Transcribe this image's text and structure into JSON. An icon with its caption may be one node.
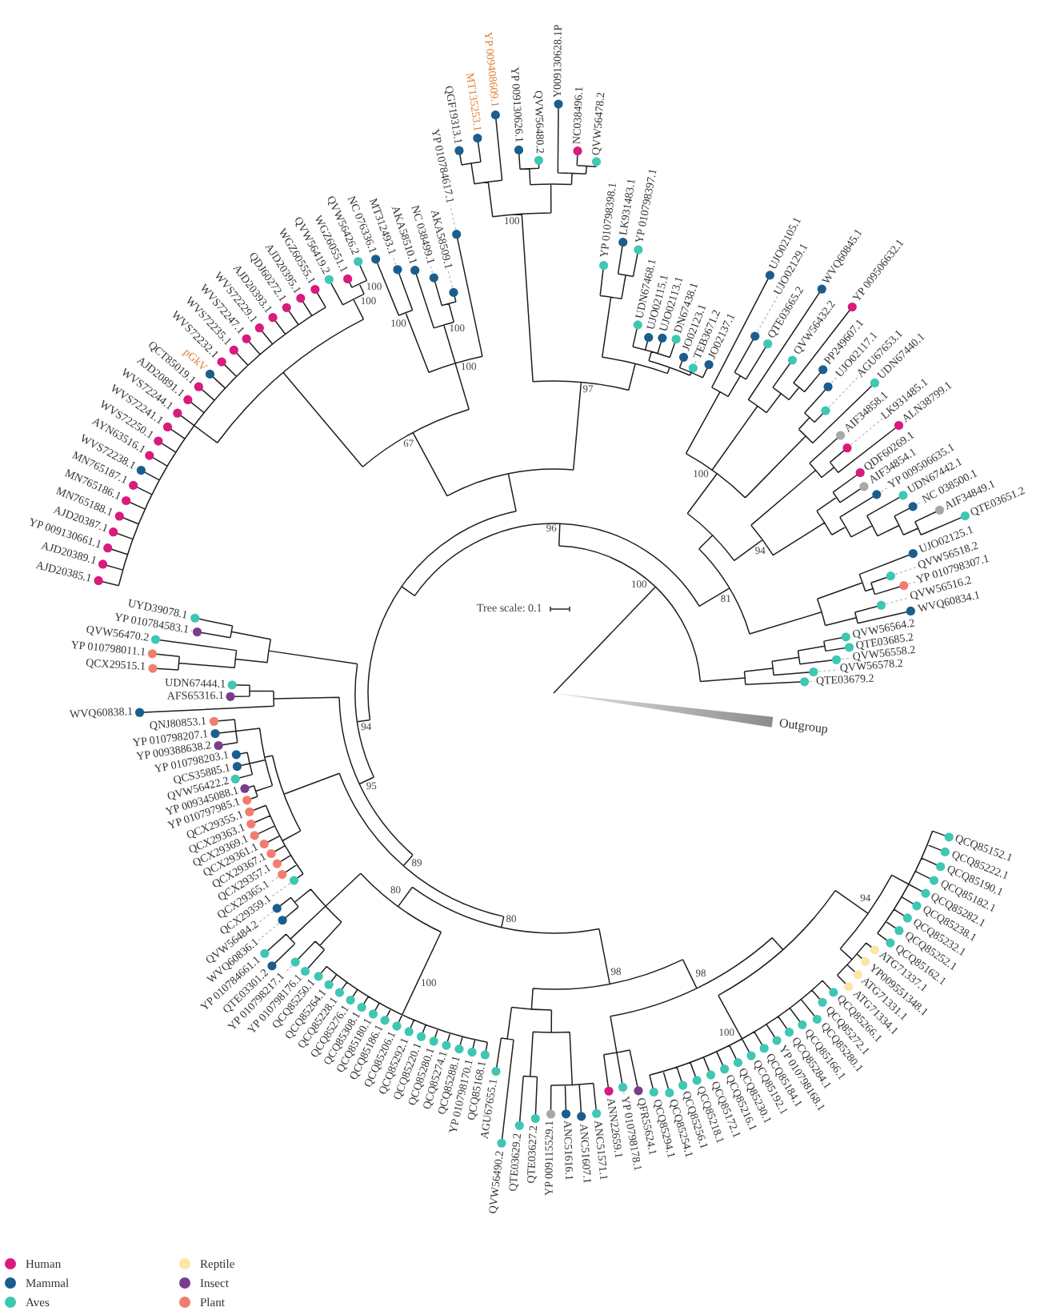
{
  "diagram": {
    "labels": [
      "UDN67444.1",
      "QCX29515.1",
      "YP 010798011.1",
      "QVW56470.2",
      "YP 010784583.1",
      "UYD39078.1",
      "AJD20385.1",
      "AJD20389.1",
      "YP 009130661.1",
      "AJD20387.1",
      "MN765188.1",
      "MN765186.1",
      "MN765187.1",
      "WVS72238.1",
      "AYN63516.1",
      "WVS72250.1",
      "WVS72241.1",
      "WVS72244.1",
      "AJD20891.1",
      "QCT85019.1",
      "pGkV",
      "WVS72232.1",
      "WVS72235.1",
      "WVS72247.1",
      "WVS72229.1",
      "AJD20393.1",
      "QDJ60272.1",
      "AJD20395.1",
      "WGZ60555.1",
      "QVW56419.2",
      "WGZ60551.1",
      "QVW56426.2",
      "NC 076336.1",
      "MT312493.1",
      "AKA58510.1",
      "NC 038499.1",
      "AKA58509.1",
      "YP 010784617.1",
      "QGF19313.1",
      "MT135253.1",
      "YP 009408609.1",
      "YP 009130626.1",
      "QVW56480.2",
      "Y009130628.1P",
      "NC038496.1",
      "QVW56478.2",
      "YP 010798398.1",
      "LK931483.1",
      "YP 010798397.1",
      "UDN67468.1",
      "UJO02115.1",
      "UJO02113.1",
      "DN67438.1",
      "JO02123.1",
      "TEB3671.2",
      "JO02137.1",
      "UJO02105.1",
      "UJO02129.1",
      "QTE03665.2",
      "WVQ60845.1",
      "QVW56432.2",
      "YP 009506632.1",
      "PP249607.1",
      "UJO02117.1",
      "AGU67653.1",
      "UDN67440.1",
      "AIF34858.1",
      "LK931485.1",
      "ALN38799.1",
      "QDF60269.1",
      "AIF34854.1",
      "YP 009506635.1",
      "UDN67442.1",
      "NC 038500.1",
      "AIF34849.1",
      "QTE03651.2",
      "UJO02125.1",
      "QVW56518.2",
      "YP 010798307.1",
      "QVW56516.2",
      "WVQ60834.1",
      "QVW56564.2",
      "QTE03685.2",
      "QVW56558.2",
      "QVW56578.2",
      "QTE03679.2",
      "AFS65316.1",
      "WVQ60838.1",
      "QNJ80853.1",
      "YP 010798207.1",
      "YP 009388638.2",
      "YP 010798203.1",
      "QCS35885.1",
      "QVW56422.2",
      "YP 009345088.1",
      "YP 010797985.1",
      "QCX29355.1",
      "QCX29363.1",
      "QCX29369.1",
      "QCX29361.1",
      "QCX29367.1",
      "QCX29357.1",
      "QCX29365.1",
      "QCX29359.1",
      "QVW56484.2",
      "WVQ60836.1",
      "YP 010784661.1",
      "QTE03301.2",
      "YP 010798217.1",
      "YP 010798176.1",
      "QCQ85250.1",
      "QCQ85264.1",
      "QCQ85228.1",
      "QCQ85276.1",
      "QCQ85308.1",
      "QCQ85180.1",
      "QCQ85186.1",
      "QCQ85206.1",
      "QCQ85292.1",
      "QCQ85220.1",
      "QCQ85280.1",
      "QCQ85274.1",
      "QCQ85288.1",
      "YP 010798170.1",
      "QCQ85168.1",
      "AGU67655.1",
      "QVW56490.2",
      "QTE03629.2",
      "QTE03627.2",
      "YP 009115529.1",
      "ANC51616.1",
      "ANC51607.1",
      "ANC51571.1",
      "ANN22659.1",
      "YP 010798178.1",
      "QFR55624.1",
      "QCQ85294.1",
      "QCQ85254.1",
      "QCQ85256.1",
      "QCQ85218.1",
      "QCQ85172.1",
      "QCQ85216.1",
      "QCQ85230.1",
      "QCQ85192.1",
      "QCQ85184.1",
      "YP 010798168.1",
      "QCQ85284.1",
      "QCQ85166.1",
      "QCQ85280.1",
      "QCQ85272.1",
      "QCQ85266.1",
      "ATG71334.1",
      "ATG71331.1",
      "YP009551348.1",
      "ATG71337.1",
      "QCQ85162.1",
      "QCQ85252.1",
      "QCQ85232.1",
      "QCQ85238.1",
      "QCQ85282.1",
      "QCQ85182.1",
      "QCQ85190.1",
      "QCQ85222.1",
      "QCQ85152.1",
      "Outgroup",
      "100",
      "100",
      "100",
      "100",
      "100",
      "100",
      "97",
      "67",
      "100",
      "96",
      "94",
      "81",
      "100",
      "94",
      "95",
      "89",
      "80",
      "80",
      "94",
      "100",
      "98",
      "100",
      "98",
      "Tree scale: 0.1"
    ],
    "legend": [
      {
        "text": "Human",
        "color": "#d81b7c"
      },
      {
        "text": "Mammal",
        "color": "#1b5e8e"
      },
      {
        "text": "Aves",
        "color": "#3fc7b3"
      },
      {
        "text": "Reptile",
        "color": "#fce6a4"
      },
      {
        "text": "Insect",
        "color": "#7b3c8c"
      },
      {
        "text": "Plant",
        "color": "#f27d6e"
      }
    ]
  }
}
